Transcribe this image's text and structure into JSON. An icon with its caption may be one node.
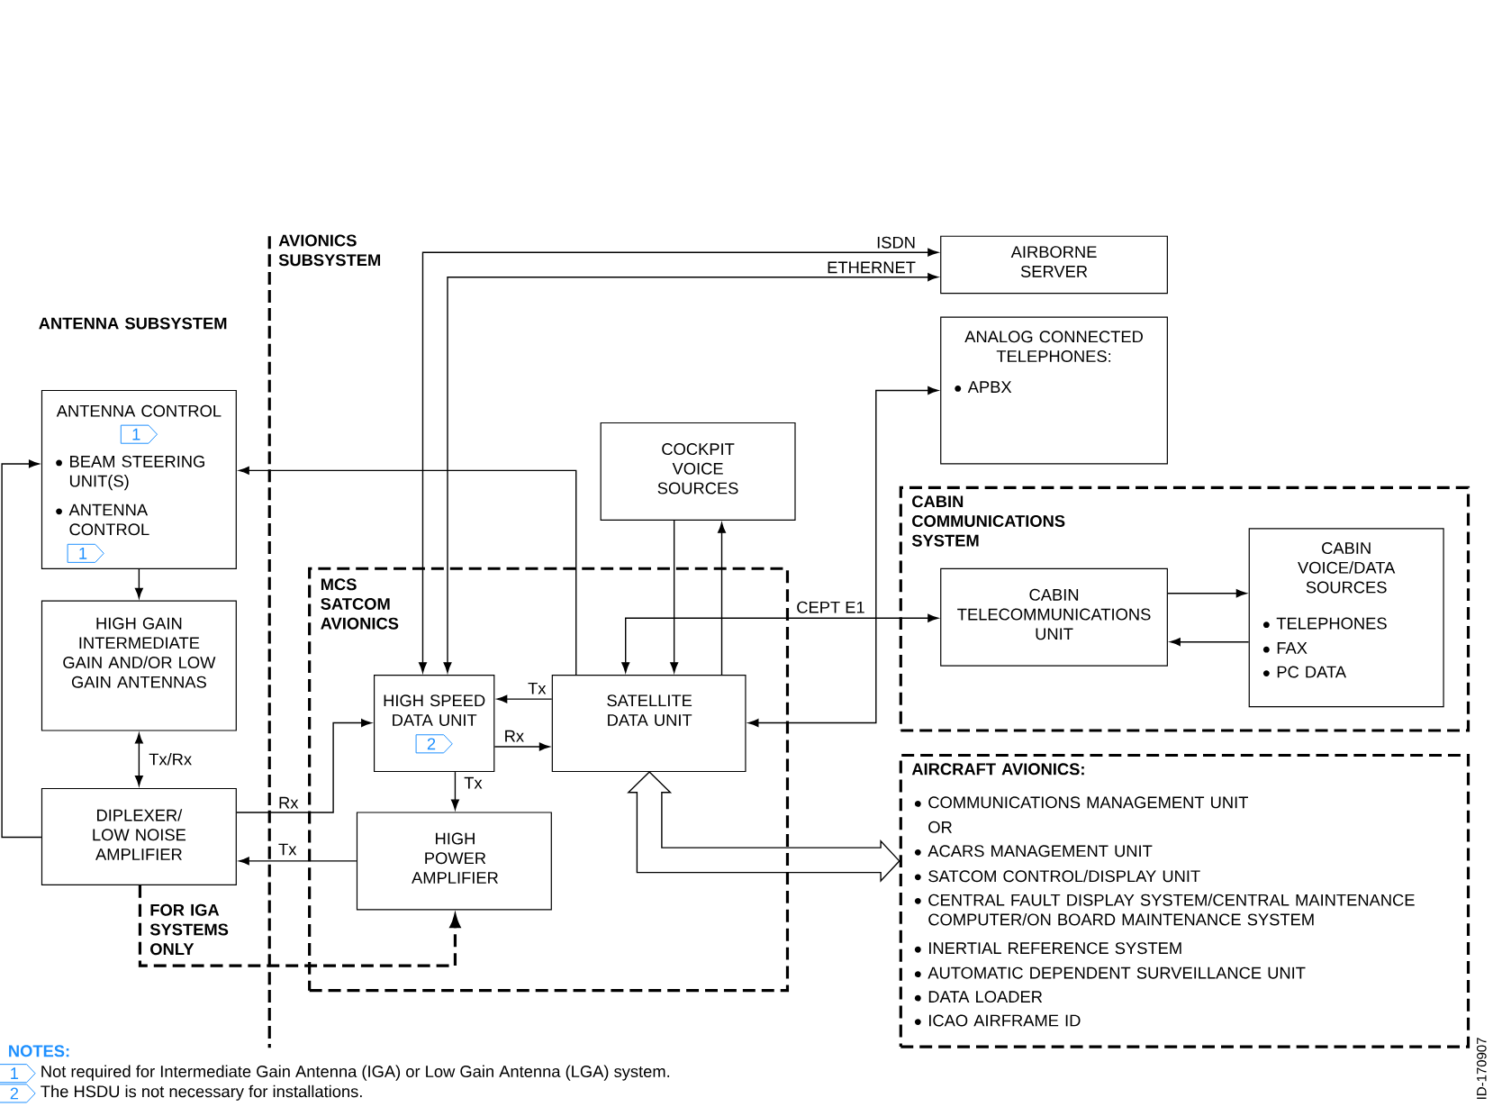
{
  "diagram": {
    "nodes": [
      {
        "text": [
          "ANTENNA CONTROL",
          "1",
          "BEAM STEERING UNIT(S)",
          "ANTENNA CONTROL",
          "1"
        ]
      },
      {
        "text": [
          "HIGH GAIN INTERMEDIATE GAIN AND/OR LOW GAIN ANTENNAS"
        ]
      },
      {
        "text": [
          "DIPLEXER/ LOW NOISE AMPLIFIER"
        ]
      },
      {
        "text": [
          "MCS SATCOM AVIONICS"
        ]
      },
      {
        "text": [
          "HIGH SPEED DATA UNIT",
          "2"
        ],
        "in": 3
      },
      {
        "text": [
          "SATELLITE DATA UNIT"
        ],
        "in": 3
      },
      {
        "text": [
          "HIGH POWER AMPLIFIER"
        ],
        "in": 3
      },
      {
        "text": [
          "COCKPIT VOICE SOURCES"
        ]
      },
      {
        "text": [
          "AIRBORNE SERVER"
        ]
      },
      {
        "text": [
          "ANALOG CONNECTED TELEPHONES:",
          "APBX"
        ]
      },
      {
        "text": [
          "CABIN COMMUNICATIONS SYSTEM"
        ]
      },
      {
        "text": [
          "CABIN TELECOMMUNICATIONS UNIT"
        ],
        "in": 10
      },
      {
        "text": [
          "CABIN VOICE/DATA SOURCES",
          "TELEPHONES",
          "FAX",
          "PC DATA"
        ],
        "in": 10
      },
      {
        "text": [
          "AIRCRAFT AVIONICS:",
          "COMMUNICATIONS MANAGEMENT UNIT",
          "OR",
          "ACARS MANAGEMENT UNIT",
          "SATCOM CONTROL/DISPLAY UNIT",
          "CENTRAL FAULT DISPLAY SYSTEM/CENTRAL MAINTENANCE COMPUTER/ON BOARD MAINTENANCE SYSTEM",
          "INERTIAL REFERENCE SYSTEM",
          "AUTOMATIC DEPENDENT SURVEILLANCE UNIT",
          "DATA LOADER",
          "ICAO AIRFRAME ID"
        ]
      }
    ],
    "edges": [
      {
        "from": 2,
        "to": 0,
        "arrow": "to"
      },
      {
        "from": 5,
        "to": 0,
        "arrow": "to"
      },
      {
        "from": 0,
        "to": 1,
        "arrow": "to"
      },
      {
        "from": 1,
        "to": 2,
        "arrow": "both",
        "label": "Tx/Rx"
      },
      {
        "from": 2,
        "to": 4,
        "arrow": "to",
        "label": "Rx"
      },
      {
        "from": 6,
        "to": 2,
        "arrow": "to",
        "label": "Tx"
      },
      {
        "from": 5,
        "to": 4,
        "arrow": "to",
        "label": "Tx"
      },
      {
        "from": 4,
        "to": 5,
        "arrow": "to",
        "label": "Rx"
      },
      {
        "from": 4,
        "to": 6,
        "arrow": "to",
        "label": "Tx"
      },
      {
        "from": 2,
        "to": 6,
        "arrow": "to",
        "label": "FOR IGA SYSTEMS ONLY",
        "style": "dashed"
      },
      {
        "from": 8,
        "to": 4,
        "arrow": "both",
        "label": "ISDN"
      },
      {
        "from": 8,
        "to": 4,
        "arrow": "both",
        "label": "ETHERNET"
      },
      {
        "from": 7,
        "to": 5,
        "arrow": "to"
      },
      {
        "from": 5,
        "to": 7,
        "arrow": "to"
      },
      {
        "from": 11,
        "to": 5,
        "arrow": "both",
        "label": "CEPT E1"
      },
      {
        "from": 9,
        "to": 5,
        "arrow": "both"
      },
      {
        "from": 11,
        "to": 12,
        "arrow": "to"
      },
      {
        "from": 12,
        "to": 11,
        "arrow": "to"
      },
      {
        "from": 5,
        "to": 13,
        "arrow": "both",
        "style": "thick"
      }
    ],
    "labels": [
      "AVIONICS SUBSYSTEM",
      "ANTENNA SUBSYSTEM",
      "NOTES:",
      "1",
      "Not required for Intermediate Gain Antenna (IGA) or Low Gain Antenna (LGA) system.",
      "2",
      "The HSDU is not necessary for installations.",
      "ID-170907"
    ]
  }
}
